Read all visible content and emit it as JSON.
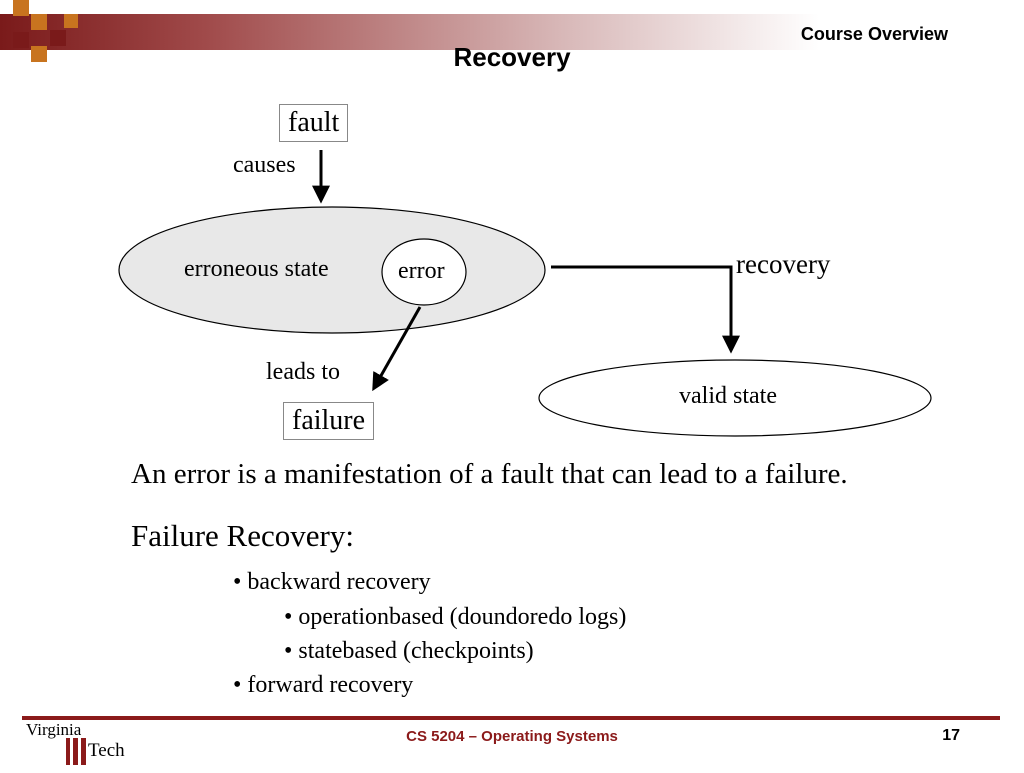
{
  "header": {
    "course": "Course Overview",
    "title": "Recovery"
  },
  "diagram": {
    "fault": "fault",
    "causes": "causes",
    "erroneous_state": "erroneous state",
    "error": "error",
    "recovery": "recovery",
    "leads_to": "leads to",
    "failure": "failure",
    "valid_state": "valid state"
  },
  "body": {
    "definition": "An error is a manifestation of a fault that can lead to a failure.",
    "heading": "Failure Recovery:",
    "items": [
      {
        "text": "• backward recovery"
      },
      {
        "text": "•  operationbased (doundoredo logs)"
      },
      {
        "text": "•  statebased (checkpoints)"
      },
      {
        "text": "• forward recovery"
      }
    ]
  },
  "footer": {
    "course_name": "CS 5204 – Operating Systems",
    "page_number": "17",
    "logo_text": "Virginia Tech"
  },
  "colors": {
    "maroon": "#8b1a1a",
    "orange": "#c8741f",
    "ellipse_fill": "#e8e8e8"
  }
}
